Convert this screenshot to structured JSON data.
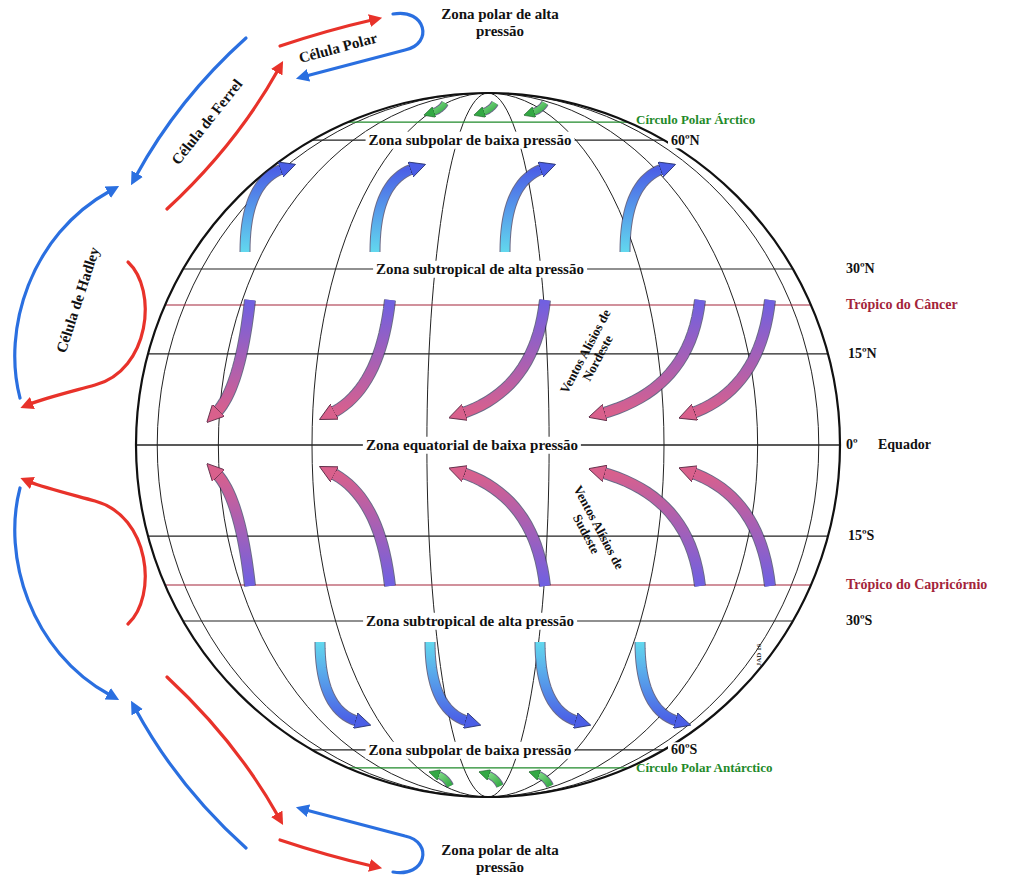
{
  "diagram": {
    "labels": [
      "Zona polar de alta pressão",
      "Célula Polar",
      "Célula de Ferrel",
      "Célula de Hadley",
      "Círculo Polar Árctico",
      "60ºN",
      "Zona subpolar de baixa pressão",
      "Zona subtropical de alta pressão",
      "30ºN",
      "Trópico do Câncer",
      "15ºN",
      "Ventos Alísios de Nordeste",
      "Zona equatorial de baixa pressão",
      "0º",
      "Equador",
      "Ventos Alísios de Sudeste",
      "15ºS",
      "Trópico do Capricórnio",
      "30ºS",
      "Zona subtropical de alta pressão",
      "Zona subpolar de baixa pressão",
      "60ºS",
      "Círculo Polar Antárctico",
      "JAD 16",
      "Zona polar de alta pressão"
    ]
  }
}
